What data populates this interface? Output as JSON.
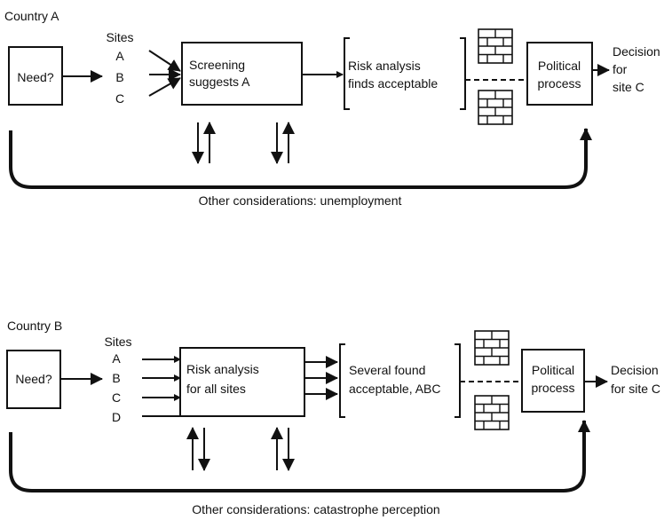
{
  "panel_a": {
    "country": "Country A",
    "need": "Need?",
    "sites_title": "Sites",
    "sites": [
      "A",
      "B",
      "C"
    ],
    "screen_line1": "Screening",
    "screen_line2": "suggests A",
    "risk_line1": "Risk analysis",
    "risk_line2": "finds acceptable",
    "political_line1": "Political",
    "political_line2": "process",
    "decision_line1": "Decision",
    "decision_line2": "for",
    "decision_line3": "site C",
    "other": "Other considerations: unemployment"
  },
  "panel_b": {
    "country": "Country B",
    "need": "Need?",
    "sites_title": "Sites",
    "sites": [
      "A",
      "B",
      "C",
      "D"
    ],
    "risk_line1": "Risk analysis",
    "risk_line2": "for all sites",
    "several_line1": "Several found",
    "several_line2": "acceptable, ABC",
    "political_line1": "Political",
    "political_line2": "process",
    "decision_line1": "Decision",
    "decision_line2": "for site C",
    "other": "Other considerations: catastrophe perception"
  }
}
